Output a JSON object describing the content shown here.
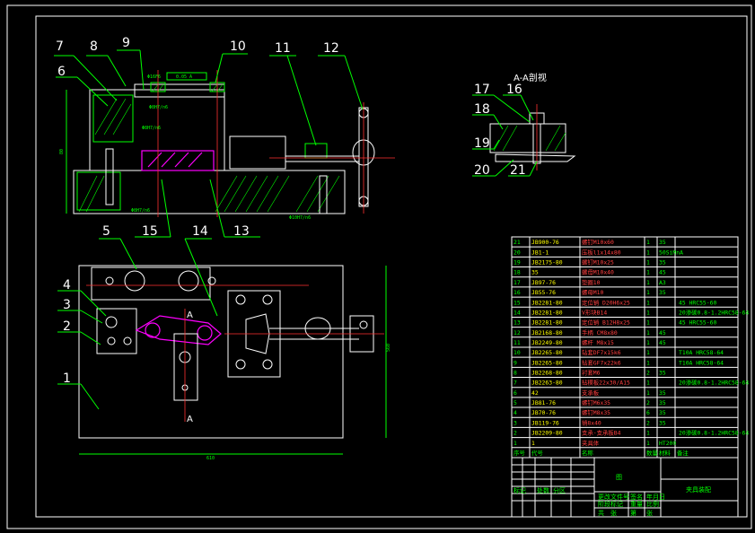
{
  "section_label": "A-A剖视",
  "section_marks": [
    "A",
    "A"
  ],
  "balloons": [
    "1",
    "2",
    "3",
    "4",
    "5",
    "6",
    "7",
    "8",
    "9",
    "10",
    "11",
    "12",
    "13",
    "14",
    "15",
    "16",
    "17",
    "18",
    "19",
    "20",
    "21"
  ],
  "dimensions": {
    "front_height": "80",
    "plan_width": "610",
    "plan_height": "560",
    "fit_1": "Φ16F6",
    "fit_2": "Φ8H7/n6",
    "fit_3": "Φ8H7/n6",
    "fit_4": "Φ8H7/n6",
    "fit_5": "Φ10H7/n6",
    "tolerance_frame": "0.05 A"
  },
  "bom": [
    {
      "no": "21",
      "code": "JB900-76",
      "name": "螺钉M10x60",
      "qty": "1",
      "mat": "35",
      "note": ""
    },
    {
      "no": "20",
      "code": "JB1-1",
      "name": "压板l1x14x80",
      "qty": "1",
      "mat": "50SiMnA",
      "note": ""
    },
    {
      "no": "19",
      "code": "JB2175-80",
      "name": "螺钉M10x25",
      "qty": "1",
      "mat": "35",
      "note": ""
    },
    {
      "no": "18",
      "code": "35",
      "name": "螺母M10x40",
      "qty": "1",
      "mat": "45",
      "note": ""
    },
    {
      "no": "17",
      "code": "JB97-76",
      "name": "垫圈10",
      "qty": "1",
      "mat": "A3",
      "note": ""
    },
    {
      "no": "16",
      "code": "JB55-76",
      "name": "螺母M10",
      "qty": "1",
      "mat": "35",
      "note": ""
    },
    {
      "no": "15",
      "code": "JB2281-80",
      "name": "定位销 D20H6x25",
      "qty": "1",
      "mat": "",
      "note": "45 HRC55-60"
    },
    {
      "no": "14",
      "code": "JB2281-80",
      "name": "V形块B14",
      "qty": "1",
      "mat": "",
      "note": "20渗碳0.8-1.2HRC58-64"
    },
    {
      "no": "13",
      "code": "JB2281-80",
      "name": "定位销 B12H8x25",
      "qty": "1",
      "mat": "",
      "note": "45 HRC55-60"
    },
    {
      "no": "12",
      "code": "JB2168-80",
      "name": "手柄 CM8x80",
      "qty": "1",
      "mat": "45",
      "note": ""
    },
    {
      "no": "11",
      "code": "JB2249-80",
      "name": "螺杆 M8x15",
      "qty": "1",
      "mat": "45",
      "note": ""
    },
    {
      "no": "10",
      "code": "JB2265-80",
      "name": "钻套DF7x15k6",
      "qty": "1",
      "mat": "",
      "note": "T10A HRC58-64"
    },
    {
      "no": "9",
      "code": "JB2265-80",
      "name": "钻套GF7x22k6",
      "qty": "1",
      "mat": "",
      "note": "T10A HRC58-64"
    },
    {
      "no": "8",
      "code": "JB2268-80",
      "name": "衬套M6",
      "qty": "2",
      "mat": "35",
      "note": ""
    },
    {
      "no": "7",
      "code": "JB2263-80",
      "name": "钻模板22x30/A15",
      "qty": "1",
      "mat": "",
      "note": "20渗碳0.8-1.2HRC58-64"
    },
    {
      "no": "6",
      "code": "42",
      "name": "支承板",
      "qty": "1",
      "mat": "35",
      "note": ""
    },
    {
      "no": "5",
      "code": "JB81-76",
      "name": "螺钉M6x35",
      "qty": "2",
      "mat": "35",
      "note": ""
    },
    {
      "no": "4",
      "code": "JB70-76",
      "name": "螺钉M8x35",
      "qty": "6",
      "mat": "35",
      "note": ""
    },
    {
      "no": "3",
      "code": "JB119-76",
      "name": "销8x40",
      "qty": "2",
      "mat": "35",
      "note": ""
    },
    {
      "no": "2",
      "code": "JB2209-80",
      "name": "支承-支承板B4",
      "qty": "1",
      "mat": "",
      "note": "20渗碳0.8-1.2HRC58-64"
    },
    {
      "no": "1",
      "code": "1",
      "name": "夹具体",
      "qty": "1",
      "mat": "HT200",
      "note": ""
    }
  ],
  "bom_header": [
    "序号",
    "代号",
    "名称",
    "数量",
    "材料",
    "备注"
  ],
  "title_block": {
    "drawing_name": "夹具装配",
    "center_label": "图",
    "row_labels": [
      "标记",
      "处数",
      "分区",
      "更改文件号",
      "签名",
      "年月日"
    ],
    "bottom_labels": [
      "阶段标记",
      "重量",
      "比例",
      "共",
      "张",
      "第",
      "张"
    ]
  }
}
